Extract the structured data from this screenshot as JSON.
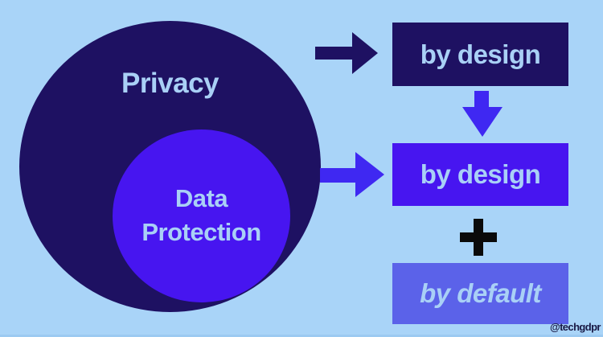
{
  "colors": {
    "background": "#a9d4f8",
    "dark_navy": "#1e1162",
    "violet_blue": "#4715f0",
    "arrow_blue": "#3f28f2",
    "periwinkle": "#5b62e9",
    "light_blue_text": "#a9d0f6",
    "plus_black": "#0a0a0a",
    "watermark_color": "#191945"
  },
  "venn": {
    "outer_label": "Privacy",
    "inner_label_line1": "Data",
    "inner_label_line2": "Protection"
  },
  "flow": {
    "top_box_label": "by design",
    "middle_box_label": "by design",
    "plus_symbol": "+",
    "bottom_box_label": "by default"
  },
  "icons": {
    "arrow_right_dark": "right-arrow",
    "arrow_right_blue": "right-arrow",
    "arrow_down_blue": "down-arrow",
    "plus": "plus"
  },
  "watermark": "@techgdpr"
}
